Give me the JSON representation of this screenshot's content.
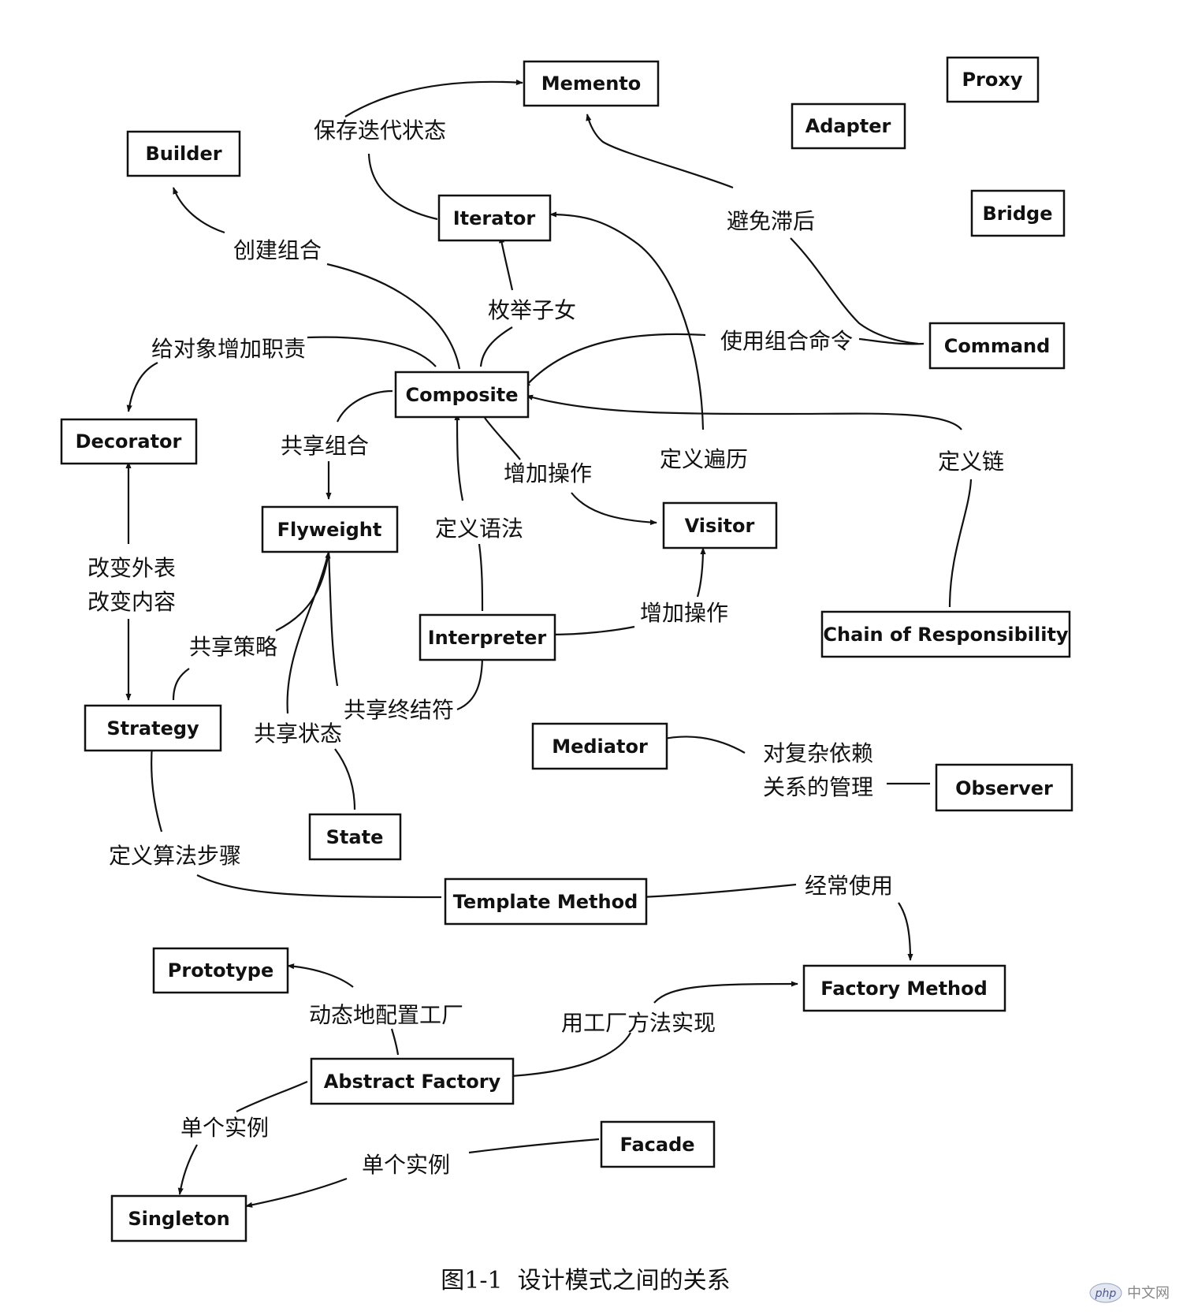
{
  "diagram": {
    "nodes": {
      "memento": "Memento",
      "proxy": "Proxy",
      "adapter": "Adapter",
      "builder": "Builder",
      "iterator": "Iterator",
      "bridge": "Bridge",
      "command": "Command",
      "composite": "Composite",
      "decorator": "Decorator",
      "flyweight": "Flyweight",
      "visitor": "Visitor",
      "interpreter": "Interpreter",
      "chain": "Chain of Responsibility",
      "strategy": "Strategy",
      "mediator": "Mediator",
      "observer": "Observer",
      "state": "State",
      "template_method": "Template Method",
      "prototype": "Prototype",
      "factory_method": "Factory Method",
      "abstract_factory": "Abstract Factory",
      "facade": "Facade",
      "singleton": "Singleton"
    },
    "edge_labels": {
      "save_iteration_state": "保存迭代状态",
      "avoid_hysteresis": "避免滞后",
      "create_composite": "创建组合",
      "enumerate_children": "枚举子女",
      "use_composite_command": "使用组合命令",
      "add_responsibility": "给对象增加职责",
      "share_composite": "共享组合",
      "add_operation_composite": "增加操作",
      "define_traversal": "定义遍历",
      "define_chain": "定义链",
      "define_grammar": "定义语法",
      "change_skin": "改变外表",
      "change_guts": "改变内容",
      "add_operation_interpreter": "增加操作",
      "share_strategy": "共享策略",
      "share_terminal": "共享终结符",
      "share_state": "共享状态",
      "complex_dependency_1": "对复杂依赖",
      "complex_dependency_2": "关系的管理",
      "define_algorithm_steps": "定义算法步骤",
      "often_uses": "经常使用",
      "configure_factory": "动态地配置工厂",
      "implement_with_factory_method": "用工厂方法实现",
      "single_instance_af": "单个实例",
      "single_instance_facade": "单个实例"
    }
  },
  "caption": "图1-1  设计模式之间的关系",
  "watermark": {
    "logo": "php",
    "text": "中文网"
  }
}
